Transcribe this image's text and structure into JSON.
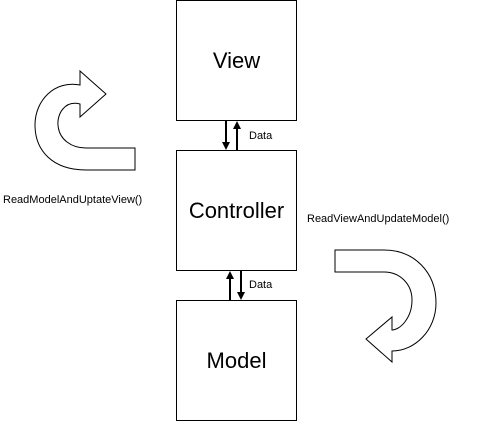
{
  "diagram": {
    "boxes": {
      "view": "View",
      "controller": "Controller",
      "model": "Model"
    },
    "connectors": {
      "view_controller_label": "Data",
      "controller_model_label": "Data"
    },
    "loops": {
      "left_label": "ReadModelAndUptateView()",
      "right_label": "ReadViewAndUpdateModel()"
    }
  }
}
